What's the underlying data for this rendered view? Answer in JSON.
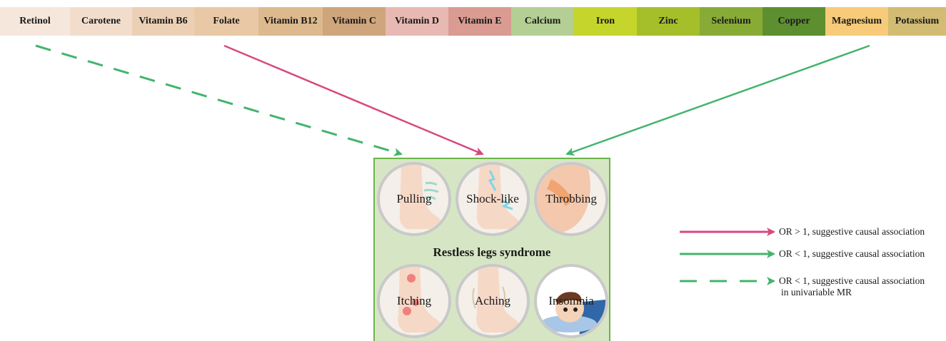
{
  "nutrients": [
    {
      "label": "Retinol",
      "color": "#f6e7dc"
    },
    {
      "label": "Carotene",
      "color": "#f2ddcc"
    },
    {
      "label": "Vitamin B6",
      "color": "#ecd0b6"
    },
    {
      "label": "Folate",
      "color": "#e9c8a6"
    },
    {
      "label": "Vitamin B12",
      "color": "#ddb98e"
    },
    {
      "label": "Vitamin C",
      "color": "#cfa57c"
    },
    {
      "label": "Vitamin D",
      "color": "#e8b9b3"
    },
    {
      "label": "Vitamin E",
      "color": "#d99b92"
    },
    {
      "label": "Calcium",
      "color": "#b4cf93"
    },
    {
      "label": "Iron",
      "color": "#c5d52c"
    },
    {
      "label": "Zinc",
      "color": "#a5bf2a"
    },
    {
      "label": "Selenium",
      "color": "#88ab35"
    },
    {
      "label": "Copper",
      "color": "#5d8f30"
    },
    {
      "label": "Magnesium",
      "color": "#f7cb7a"
    },
    {
      "label": "Potassium",
      "color": "#d2bb73"
    }
  ],
  "panel": {
    "title": "Restless legs syndrome",
    "symptoms": [
      "Pulling",
      "Shock-like",
      "Throbbing",
      "Itching",
      "Aching",
      "Insomnia"
    ]
  },
  "arrows": [
    {
      "from": "Retinol",
      "style": "dashed",
      "color": "#44b36e"
    },
    {
      "from": "Folate",
      "style": "solid",
      "color": "#d8487f"
    },
    {
      "from": "Magnesium",
      "style": "solid",
      "color": "#44b36e"
    }
  ],
  "legend": [
    {
      "text": "OR > 1, suggestive causal association",
      "color": "#d8487f",
      "style": "solid"
    },
    {
      "text": "OR < 1, suggestive causal association",
      "color": "#44b36e",
      "style": "solid"
    },
    {
      "text_line1": "OR < 1, suggestive causal association",
      "text_line2": "in univariable MR",
      "color": "#44b36e",
      "style": "dashed"
    }
  ]
}
